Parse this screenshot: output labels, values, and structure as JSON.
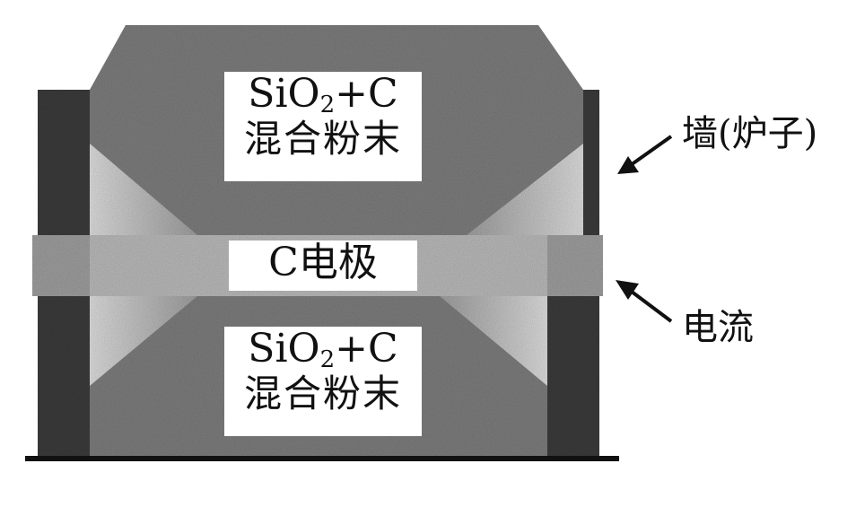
{
  "top_mixture": {
    "formula_main": "SiO",
    "formula_sub": "2",
    "formula_rest": "+C",
    "name": "混合粉末"
  },
  "electrode": {
    "label": "C电极"
  },
  "bottom_mixture": {
    "formula_main": "SiO",
    "formula_sub": "2",
    "formula_rest": "+C",
    "name": "混合粉末"
  },
  "callouts": {
    "wall": "墙(炉子)",
    "current": "电流"
  },
  "colors": {
    "powder": "#7a7a7a",
    "wall": "#3a3a3a",
    "electrode": "#b5b5b5",
    "background": "#ffffff",
    "ink": "#111111"
  }
}
